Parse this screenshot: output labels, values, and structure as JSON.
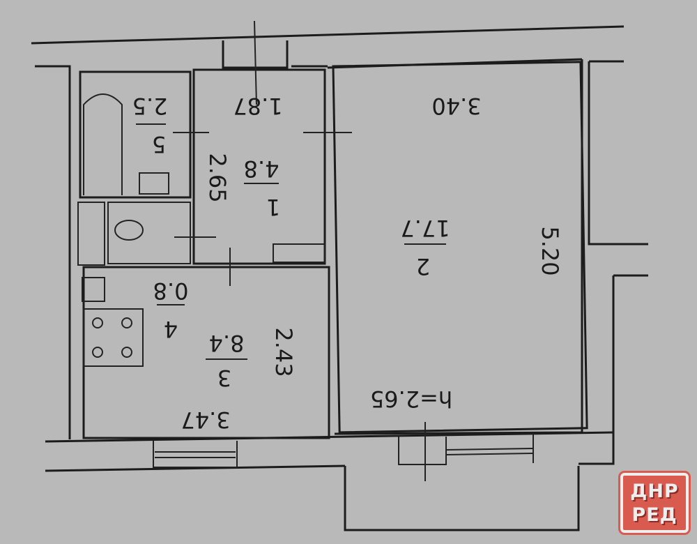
{
  "plan": {
    "room5": {
      "number": "5",
      "area": "2.5"
    },
    "room1": {
      "number": "1",
      "area": "4.8"
    },
    "room2": {
      "number": "2",
      "area": "17.7"
    },
    "room3": {
      "number": "3",
      "area": "8.4"
    },
    "room4": {
      "number": "4",
      "area": "0.8"
    },
    "dims": {
      "d187": "1.87",
      "d340": "3.40",
      "d265": "2.65",
      "d520": "5.20",
      "d243": "2.43",
      "d347": "3.47"
    },
    "ceiling_height": "h=2.65"
  },
  "logo": {
    "line1": "ДНР",
    "line2": "РЕД"
  },
  "colors": {
    "paper": "#b9b9b9",
    "ink": "#1c1c1c",
    "logo": "#d95a4e"
  }
}
